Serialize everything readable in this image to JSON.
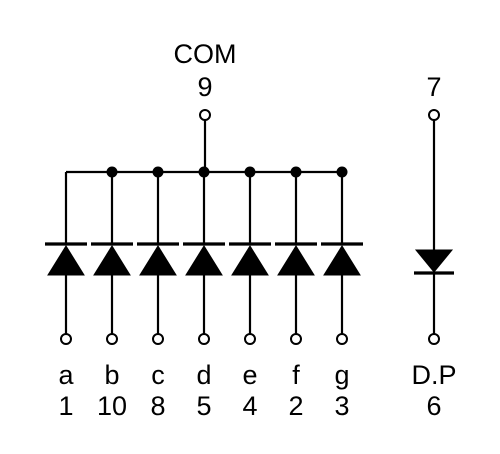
{
  "common": {
    "label": "COM",
    "pin": "9"
  },
  "segments": [
    {
      "name": "a",
      "pin": "1"
    },
    {
      "name": "b",
      "pin": "10"
    },
    {
      "name": "c",
      "pin": "8"
    },
    {
      "name": "d",
      "pin": "5"
    },
    {
      "name": "e",
      "pin": "4"
    },
    {
      "name": "f",
      "pin": "2"
    },
    {
      "name": "g",
      "pin": "3"
    }
  ],
  "decimal_point": {
    "name": "D.P",
    "top_pin": "7",
    "bottom_pin": "6"
  }
}
